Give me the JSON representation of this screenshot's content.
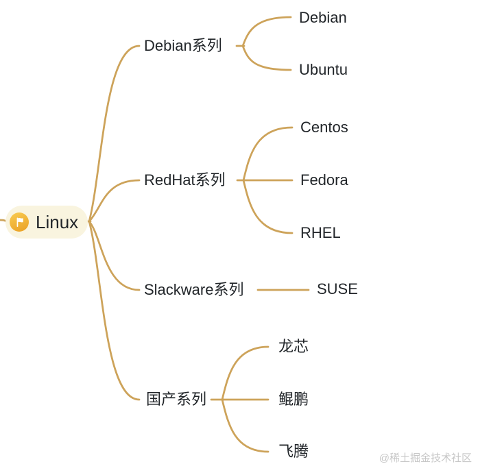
{
  "colors": {
    "branch_line": "#CDA35A",
    "root_fill": "#F9F4DF",
    "text": "#212529",
    "watermark": "#C7C7C7",
    "icon_gold_top": "#F9CC52",
    "icon_gold_bottom": "#ECA72C"
  },
  "root": {
    "label": "Linux",
    "icon": "flag-icon"
  },
  "branches": [
    {
      "label": "Debian系列",
      "children": [
        {
          "label": "Debian"
        },
        {
          "label": "Ubuntu"
        }
      ]
    },
    {
      "label": "RedHat系列",
      "children": [
        {
          "label": "Centos"
        },
        {
          "label": "Fedora"
        },
        {
          "label": "RHEL"
        }
      ]
    },
    {
      "label": "Slackware系列",
      "children": [
        {
          "label": "SUSE"
        }
      ]
    },
    {
      "label": "国产系列",
      "children": [
        {
          "label": "龙芯"
        },
        {
          "label": "鲲鹏"
        },
        {
          "label": "飞腾"
        }
      ]
    }
  ],
  "watermark": {
    "text": "@稀土掘金技术社区"
  }
}
